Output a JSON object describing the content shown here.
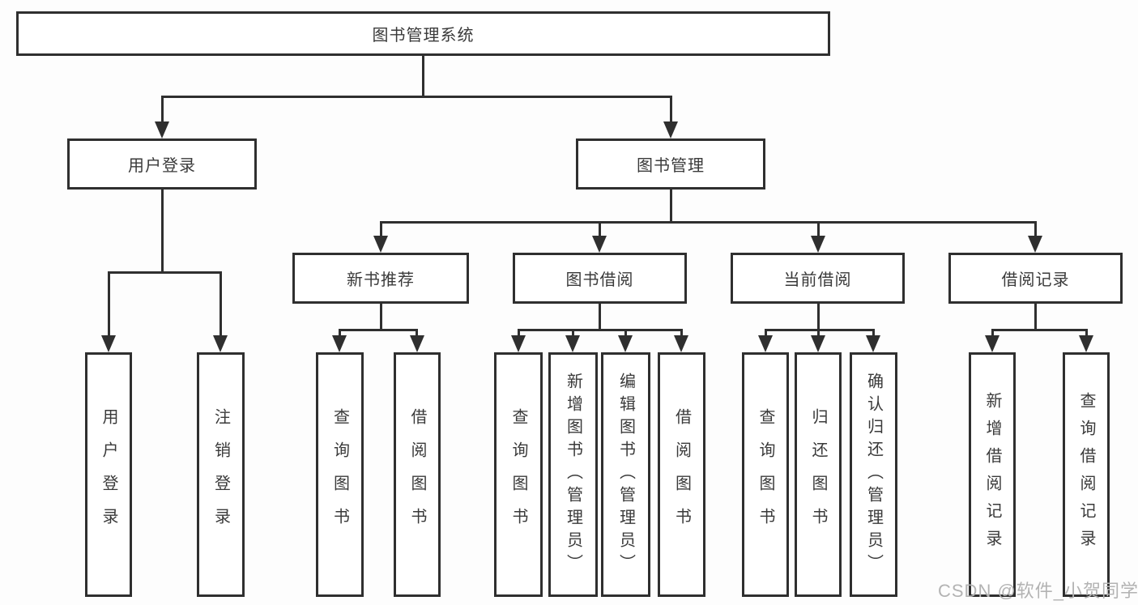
{
  "diagram": {
    "root": "图书管理系统",
    "level2": {
      "user_login": "用户登录",
      "book_management": "图书管理"
    },
    "level3": {
      "new_books": "新书推荐",
      "book_borrow": "图书借阅",
      "current_borrow": "当前借阅",
      "borrow_records": "借阅记录"
    },
    "leaves": {
      "user_login": [
        "用户登录",
        "注销登录"
      ],
      "new_books": [
        "查询图书",
        "借阅图书"
      ],
      "book_borrow": [
        "查询图书",
        "新增图书（管理员）",
        "编辑图书（管理员）",
        "借阅图书"
      ],
      "current_borrow": [
        "查询图书",
        "归还图书",
        "确认归还（管理员）"
      ],
      "borrow_records": [
        "新增借阅记录",
        "查询借阅记录"
      ]
    }
  },
  "watermark": "CSDN @软件_小贺同学",
  "colors": {
    "line": "#2f2f2f",
    "text": "#3a3a3a",
    "watermark": "#b3b3b3",
    "box_fill": "#ffffff"
  }
}
